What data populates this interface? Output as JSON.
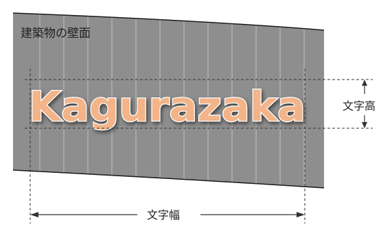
{
  "wall_label": "建築物の壁面",
  "sign_text": "Kagurazaka",
  "height_label": "文字高",
  "width_label": "文字幅",
  "colors": {
    "wall": "#8e8e8e",
    "stripe": "#d2d2d2",
    "edge": "#1a1a1a",
    "sign_fill": "#f2b488",
    "sign_outline": "#ffffff",
    "dim_line": "#333333"
  }
}
